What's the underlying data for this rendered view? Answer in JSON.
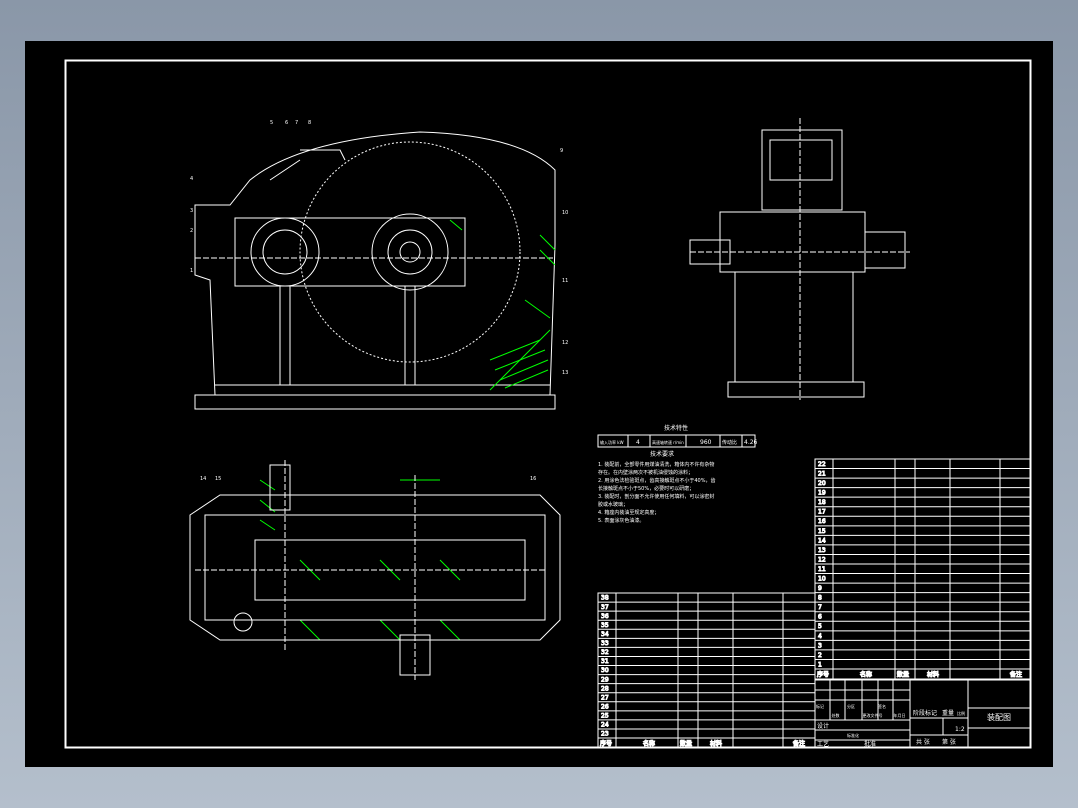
{
  "drawing": {
    "title": "装配图",
    "scale": "1:2",
    "tech_spec_heading": "技术特性",
    "tech_req_heading": "技术要求",
    "tech_spec": [
      "输入功率 kW",
      "4",
      "高速轴转速 r/min",
      "960",
      "传动比",
      "4.26"
    ],
    "tech_requirements": [
      "1. 装配前，全部零件用煤油清洗，箱体内不许有杂物",
      "存在。在内壁涂两次不被机油侵蚀的涂料；",
      "2. 用涂色法检验斑点，齿高接触斑点不小于40%，齿",
      "长接触斑点不小于50%，必要时可以研磨；",
      "3. 装配时，剖分面不允许使用任何填料，可以涂密封",
      "胶或水玻璃；",
      "4. 箱座内装油至规定高度；",
      "5. 表面涂灰色油漆。"
    ],
    "title_block": {
      "rows": [
        "标记",
        "处数",
        "分区",
        "更改文件号",
        "签名",
        "年月日"
      ],
      "design": "设计",
      "process": "工艺",
      "standard": "标准化",
      "approve": "批准",
      "stage": "阶段标记",
      "weight": "重量",
      "ratio": "比例",
      "sheets": "共 张",
      "sheet": "第 张"
    },
    "table_header": [
      "序号",
      "名称",
      "数量",
      "材料",
      "备注"
    ],
    "right_table_numbers": [
      "22",
      "21",
      "20",
      "19",
      "18",
      "17",
      "16",
      "15",
      "14",
      "13",
      "12",
      "11",
      "10",
      "9",
      "8",
      "7",
      "6",
      "5",
      "4",
      "3",
      "2",
      "1"
    ],
    "left_table_numbers": [
      "38",
      "37",
      "36",
      "35",
      "34",
      "33",
      "32",
      "31",
      "30",
      "29",
      "28",
      "27",
      "26",
      "25",
      "24",
      "23"
    ],
    "callouts": [
      "1",
      "2",
      "3",
      "4",
      "5",
      "6",
      "7",
      "8",
      "9",
      "10",
      "11",
      "12",
      "13",
      "14",
      "15",
      "16"
    ]
  },
  "colors": {
    "line": "#ffffff",
    "hatch": "#00ff00",
    "background": "#000000"
  }
}
